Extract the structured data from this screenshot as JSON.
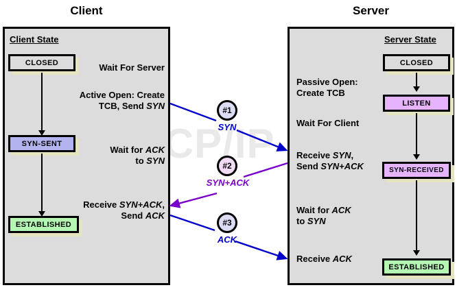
{
  "diagram": {
    "watermark": "The TCP/IP Guide",
    "columns": {
      "client_title": "Client",
      "server_title": "Server"
    },
    "colors": {
      "panel_fill": "#dcdcdc",
      "box_shadow": "#e4e4c0",
      "closed_fill": "#dcdcdc",
      "syn_sent_fill": "#b3b3f0",
      "established_fill": "#b3f7b3",
      "listen_fill": "#e6b3ff",
      "syn_received_fill": "#e6b3ff",
      "msg1_arrow": "#0000cc",
      "msg2_arrow": "#7a00cc",
      "msg3_arrow": "#0000cc",
      "msg1_circle_fill": "#dcdcf5",
      "msg2_circle_fill": "#f2dcf5",
      "msg3_circle_fill": "#dcdcf5"
    }
  },
  "client": {
    "heading": "Client State",
    "states": [
      {
        "name": "CLOSED",
        "label": "CLOSED"
      },
      {
        "name": "SYN-SENT",
        "label": "SYN-SENT"
      },
      {
        "name": "ESTABLISHED",
        "label": "ESTABLISHED"
      }
    ],
    "actions": [
      {
        "name": "wait-for-server",
        "line1": "Wait For Server",
        "line2": ""
      },
      {
        "name": "active-open",
        "line1": "Active Open: Create",
        "line2": "TCB, Send SYN"
      },
      {
        "name": "wait-for-ack",
        "line1": "Wait for ACK",
        "line2": "to SYN"
      },
      {
        "name": "receive-syn-ack",
        "line1": "Receive SYN+ACK,",
        "line2": "Send ACK"
      }
    ]
  },
  "server": {
    "heading": "Server State",
    "states": [
      {
        "name": "CLOSED",
        "label": "CLOSED"
      },
      {
        "name": "LISTEN",
        "label": "LISTEN"
      },
      {
        "name": "SYN-RECEIVED",
        "label": "SYN-RECEIVED"
      },
      {
        "name": "ESTABLISHED",
        "label": "ESTABLISHED"
      }
    ],
    "actions": [
      {
        "name": "passive-open",
        "line1": "Passive Open:",
        "line2": "Create TCB"
      },
      {
        "name": "wait-for-client",
        "line1": "Wait For Client",
        "line2": ""
      },
      {
        "name": "receive-syn",
        "line1": "Receive SYN,",
        "line2": "Send SYN+ACK"
      },
      {
        "name": "wait-for-ack",
        "line1": "Wait for ACK",
        "line2": "to SYN"
      },
      {
        "name": "receive-ack",
        "line1": "Receive ACK",
        "line2": ""
      }
    ]
  },
  "messages": [
    {
      "badge": "#1",
      "label": "SYN",
      "direction": "client-to-server",
      "color": "#0000cc"
    },
    {
      "badge": "#2",
      "label": "SYN+ACK",
      "direction": "server-to-client",
      "color": "#7a00cc"
    },
    {
      "badge": "#3",
      "label": "ACK",
      "direction": "client-to-server",
      "color": "#0000cc"
    }
  ]
}
